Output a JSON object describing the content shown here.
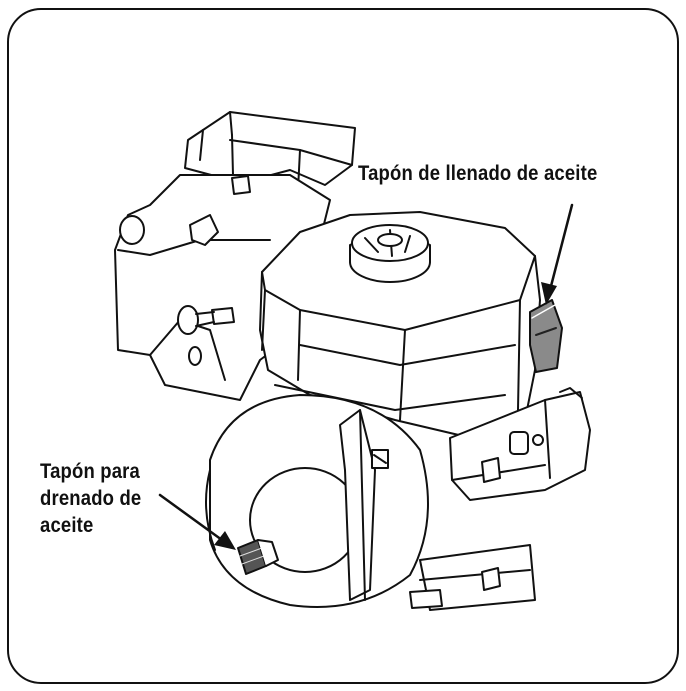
{
  "labels": {
    "oil_fill_cap": "Tapón de llenado de aceite",
    "oil_drain_plug_line1": "Tapón para",
    "oil_drain_plug_line2": "drenado de",
    "oil_drain_plug_line3": "aceite"
  },
  "colors": {
    "line": "#111111",
    "background": "#ffffff",
    "fill_cap_shade": "#8a8a8a",
    "drain_plug_shade": "#555555"
  }
}
